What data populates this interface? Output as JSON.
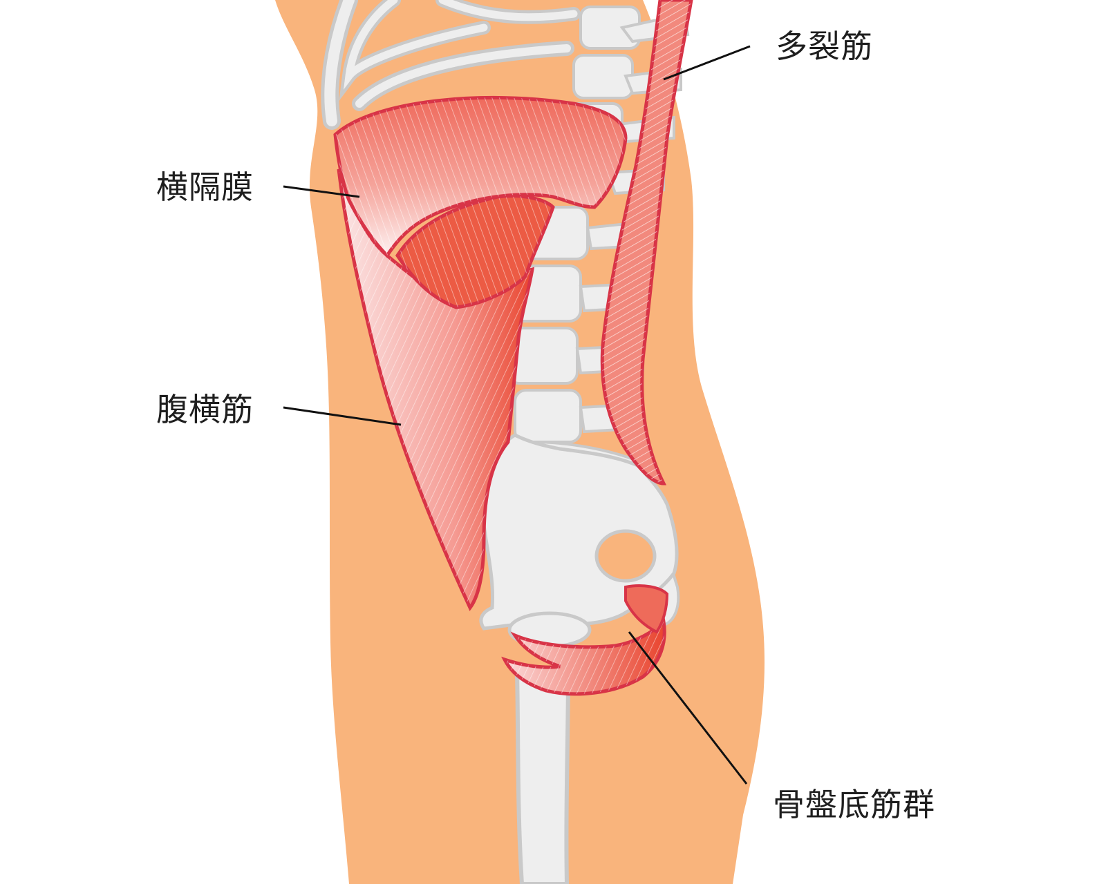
{
  "labels": {
    "multifidus": "多裂筋",
    "diaphragm": "横隔膜",
    "transversus_abdominis": "腹横筋",
    "pelvic_floor": "骨盤底筋群"
  },
  "colors": {
    "skin": "#f9b47c",
    "bone_fill": "#eeeeee",
    "bone_outline": "#c9c9c9",
    "muscle_outline": "#d83447",
    "muscle_light": "#fbe3e3",
    "muscle_mid": "#f07a6a",
    "muscle_deep": "#e9452f",
    "leader_line": "#111111",
    "background": "#ffffff"
  }
}
